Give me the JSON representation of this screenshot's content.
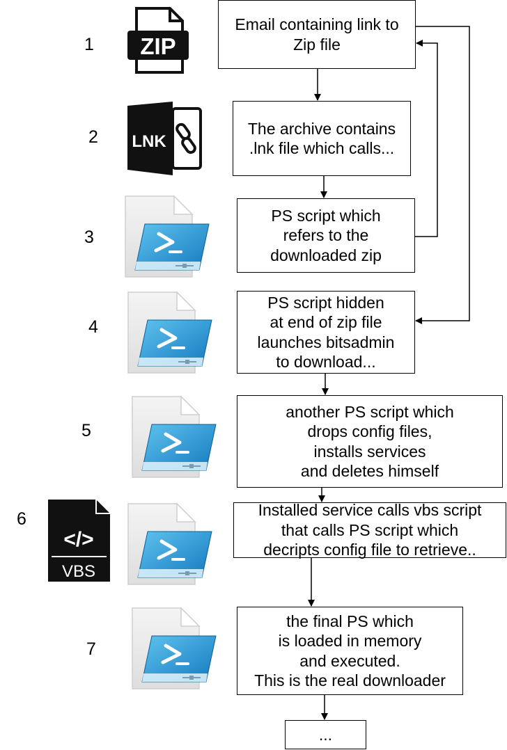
{
  "steps": [
    {
      "number": "1",
      "icon": "zip-file-icon",
      "icon_label": "ZIP",
      "lines": [
        "Email containing link to",
        "Zip file"
      ]
    },
    {
      "number": "2",
      "icon": "lnk-file-icon",
      "icon_label": "LNK",
      "lines": [
        "The archive contains",
        ".lnk file which calls..."
      ]
    },
    {
      "number": "3",
      "icon": "powershell-script-icon",
      "lines": [
        "PS script which",
        "refers to the",
        "downloaded zip"
      ]
    },
    {
      "number": "4",
      "icon": "powershell-script-icon",
      "lines": [
        "PS script hidden",
        "at end of zip file",
        "launches bitsadmin",
        "to download..."
      ]
    },
    {
      "number": "5",
      "icon": "powershell-script-icon",
      "lines": [
        "another PS script which",
        "drops config files,",
        "installs services",
        "and deletes himself"
      ]
    },
    {
      "number": "6",
      "icon": "powershell-script-icon",
      "icon_extra": "vbs-file-icon",
      "icon_extra_label": "VBS",
      "lines": [
        "Installed service calls vbs script",
        "that calls PS script which",
        "decripts config file to retrieve.."
      ]
    },
    {
      "number": "7",
      "icon": "powershell-script-icon",
      "lines": [
        "the final PS which",
        "is loaded in memory",
        "and executed.",
        "This is the real downloader"
      ]
    }
  ],
  "final_box": {
    "text": "..."
  },
  "colors": {
    "stroke": "#000000",
    "ps_blue": "#1e8fd0",
    "page_gray": "#e9e9e9"
  }
}
